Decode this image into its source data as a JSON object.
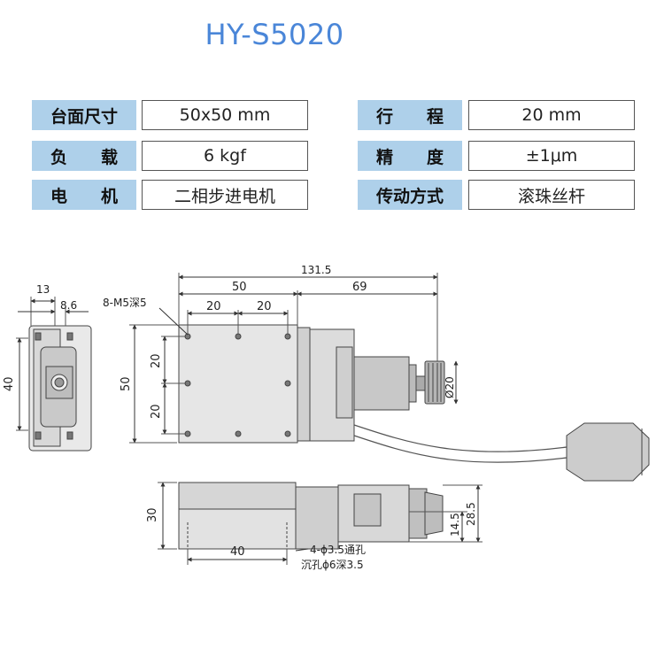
{
  "title": "HY-S5020",
  "specs": [
    {
      "label": "台面尺寸",
      "value": "50x50 mm"
    },
    {
      "label": "行　　程",
      "value": "20 mm"
    },
    {
      "label": "负　　载",
      "value": "6 kgf"
    },
    {
      "label": "精　　度",
      "value": "±1μm"
    },
    {
      "label": "电　　机",
      "value": "二相步进电机"
    },
    {
      "label": "传动方式",
      "value": "滚珠丝杆"
    }
  ],
  "dimensions": {
    "d13": "13",
    "d8_6": "8.6",
    "d40_side": "40",
    "holes": "8-M5深5",
    "d50_top": "50",
    "d20_a": "20",
    "d20_b": "20",
    "d131_5": "131.5",
    "d69": "69",
    "d20_v1": "20",
    "d20_v2": "20",
    "d50_left": "50",
    "dia20": "Ø20",
    "d30": "30",
    "d40_bottom": "40",
    "d14_5": "14.5",
    "d28_5": "28.5",
    "thru_holes": "4-ϕ3.5通孔",
    "counterbore": "沉孔ϕ6深3.5"
  }
}
